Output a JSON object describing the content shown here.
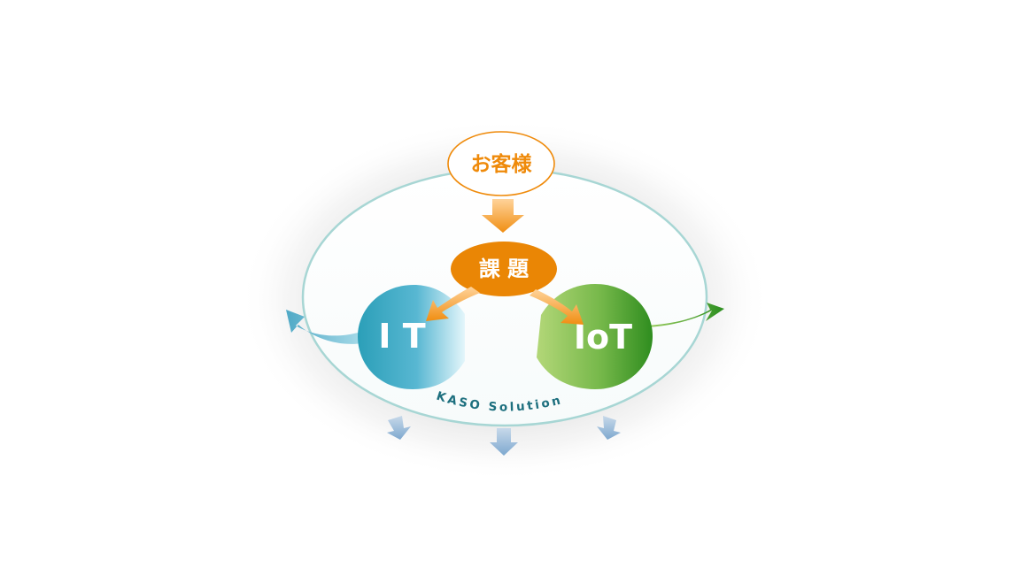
{
  "diagram": {
    "customer_label": "お客様",
    "issue_label": "課 題",
    "it_label": "I T",
    "iot_label": "IoT",
    "solution_label": "KASO Solution"
  },
  "colors": {
    "customer_text": "#ef8a0a",
    "customer_border": "#ef8a0a",
    "issue_fill": "#ea8605",
    "issue_text": "#ffffff",
    "it_fill_start": "#2b9fb8",
    "it_fill_end": "#dff4fb",
    "iot_fill_start": "#a7cf69",
    "iot_fill_end": "#33931f",
    "solution_text": "#1d6f7e",
    "outer_shadow": "#bdbdbd",
    "inner_ellipse_stroke": "#9fd0cf",
    "arrow_orange": "#f0a640",
    "arrow_blue": "#7ea8cf",
    "arrow_green": "#34911f"
  }
}
